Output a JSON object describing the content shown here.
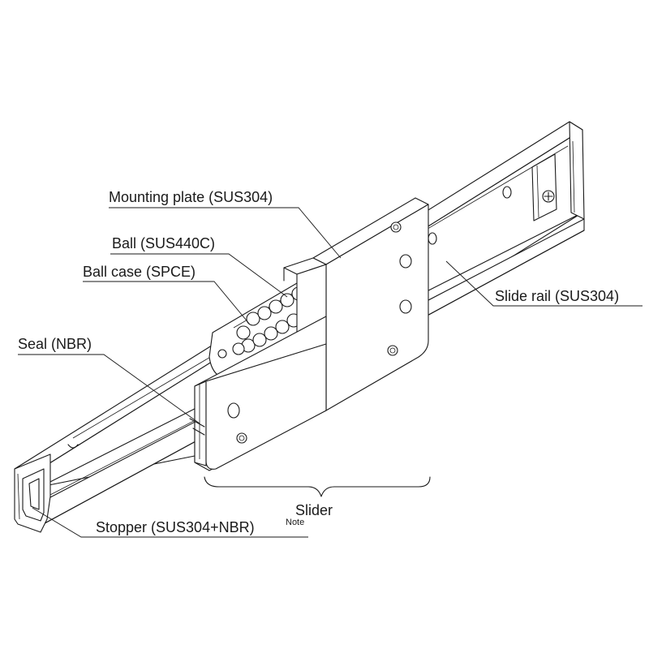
{
  "labels": {
    "mounting_plate": "Mounting plate (SUS304)",
    "ball": "Ball (SUS440C)",
    "ball_case": "Ball case (SPCE)",
    "seal": "Seal (NBR)",
    "slide_rail": "Slide rail (SUS304)",
    "slider": "Slider",
    "stopper": "Stopper (SUS304+NBR)",
    "stopper_note": "Note"
  },
  "colors": {
    "line": "#1a1a1a",
    "background": "#ffffff"
  }
}
